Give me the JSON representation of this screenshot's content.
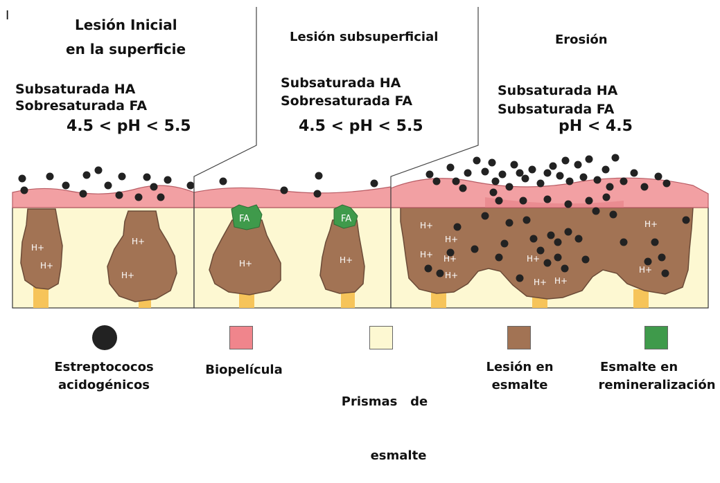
{
  "figure": {
    "corner_mark": "I",
    "panels": [
      {
        "title_lines": [
          "Lesión Inicial",
          "en la superficie"
        ],
        "conditions": [
          "Subsaturada HA",
          "Sobresaturada FA"
        ],
        "ph": "4.5 < pH < 5.5"
      },
      {
        "title_lines": [
          "Lesión subsuperficial"
        ],
        "conditions": [
          "Subsaturada  HA",
          "Sobresaturada FA"
        ],
        "ph": "4.5 < pH < 5.5"
      },
      {
        "title_lines": [
          "Erosión"
        ],
        "conditions": [
          "Subsaturada  HA",
          "Subsaturada  FA"
        ],
        "ph": "pH < 4.5"
      }
    ],
    "ion_label": "H+",
    "fa_label": "FA"
  },
  "legend": [
    {
      "shape": "circle",
      "color": "#222222",
      "lines": [
        "Estreptococos",
        "acidogénicos"
      ]
    },
    {
      "shape": "square",
      "color": "#f0858c",
      "lines": [
        "Biopelícula"
      ]
    },
    {
      "shape": "square",
      "color": "#fdf8d2",
      "lines": [
        "Prismas   de",
        "esmalte"
      ]
    },
    {
      "shape": "square",
      "color": "#a27354",
      "lines": [
        "Lesión en",
        "esmalte"
      ]
    },
    {
      "shape": "square",
      "color": "#3f9a4b",
      "lines": [
        "Esmalte en",
        "remineralización"
      ]
    }
  ],
  "colors": {
    "biofilm": "#f2a0a3",
    "biofilm_dark": "#e57e86",
    "enamel": "#fdf8d2",
    "lesion": "#a27354",
    "lesion_edge": "#6a4a37",
    "remineralized": "#3f9a4b",
    "bacteria": "#222222",
    "prism_base": "#f6c45a"
  }
}
